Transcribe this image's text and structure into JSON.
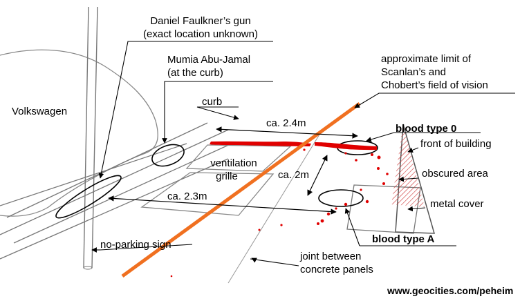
{
  "labels": {
    "gun_line1": "Daniel Faulkner’s gun",
    "gun_line2": "(exact location unknown)",
    "mumia_line1": "Mumia Abu-Jamal",
    "mumia_line2": "(at the curb)",
    "volkswagen": "Volkswagen",
    "curb": "curb",
    "vision_line1": "approximate limit of",
    "vision_line2": "Scanlan’s and",
    "vision_line3": "Chobert’s field of vision",
    "blood_0": "blood type 0",
    "blood_a": "blood type A",
    "front_building": "front of building",
    "obscured": "obscured area",
    "metal_cover": "metal cover",
    "grille_line1": "ventilation",
    "grille_line2": "grille",
    "dist_24": "ca. 2.4m",
    "dist_2": "ca. 2m",
    "dist_23": "ca. 2.3m",
    "no_parking": "no-parking sign",
    "joint_line1": "joint between",
    "joint_line2": "concrete panels",
    "website": "www.geocities.com/peheim"
  },
  "colors": {
    "vision_line": "#f07020",
    "blood": "#e00000",
    "hatch": "#cc3333",
    "outline": "#555555"
  }
}
